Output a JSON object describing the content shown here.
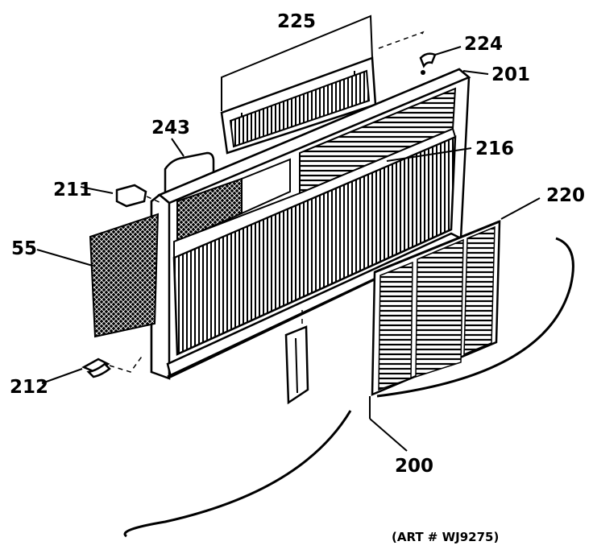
{
  "labels": {
    "p225": "225",
    "p224": "224",
    "p201": "201",
    "p243": "243",
    "p216": "216",
    "p211": "211",
    "p220": "220",
    "p55": "55",
    "p212": "212",
    "p200": "200"
  },
  "art_number": "(ART # WJ9275)"
}
